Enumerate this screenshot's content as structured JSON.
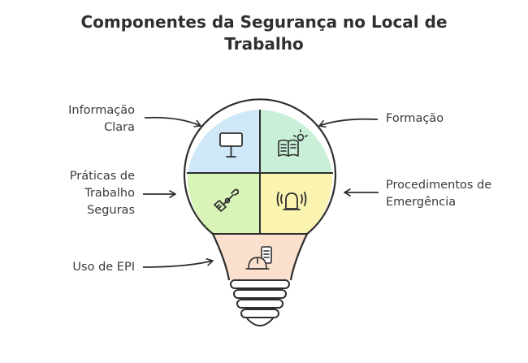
{
  "title": {
    "line1": "Componentes da Segurança no Local de",
    "line2": "Trabalho"
  },
  "labels": {
    "info": {
      "line1": "Informação",
      "line2": "Clara"
    },
    "formacao": {
      "line1": "Formação"
    },
    "praticas": {
      "line1": "Práticas de",
      "line2": "Trabalho",
      "line3": "Seguras"
    },
    "procedimentos": {
      "line1": "Procedimentos de",
      "line2": "Emergência"
    },
    "epi": {
      "line1": "Uso de EPI"
    }
  },
  "colors": {
    "blue": "#cfe8f7",
    "green": "#c9efd9",
    "lime": "#d8f5b7",
    "yellow": "#fbf3b0",
    "peach": "#fbe0cd",
    "outline": "#2e2e2e"
  },
  "icons": {
    "info": "sign-icon",
    "formacao": "book-lightbulb-icon",
    "praticas": "wrench-gear-icon",
    "procedimentos": "alarm-bell-icon",
    "epi": "helmet-clipboard-icon"
  }
}
